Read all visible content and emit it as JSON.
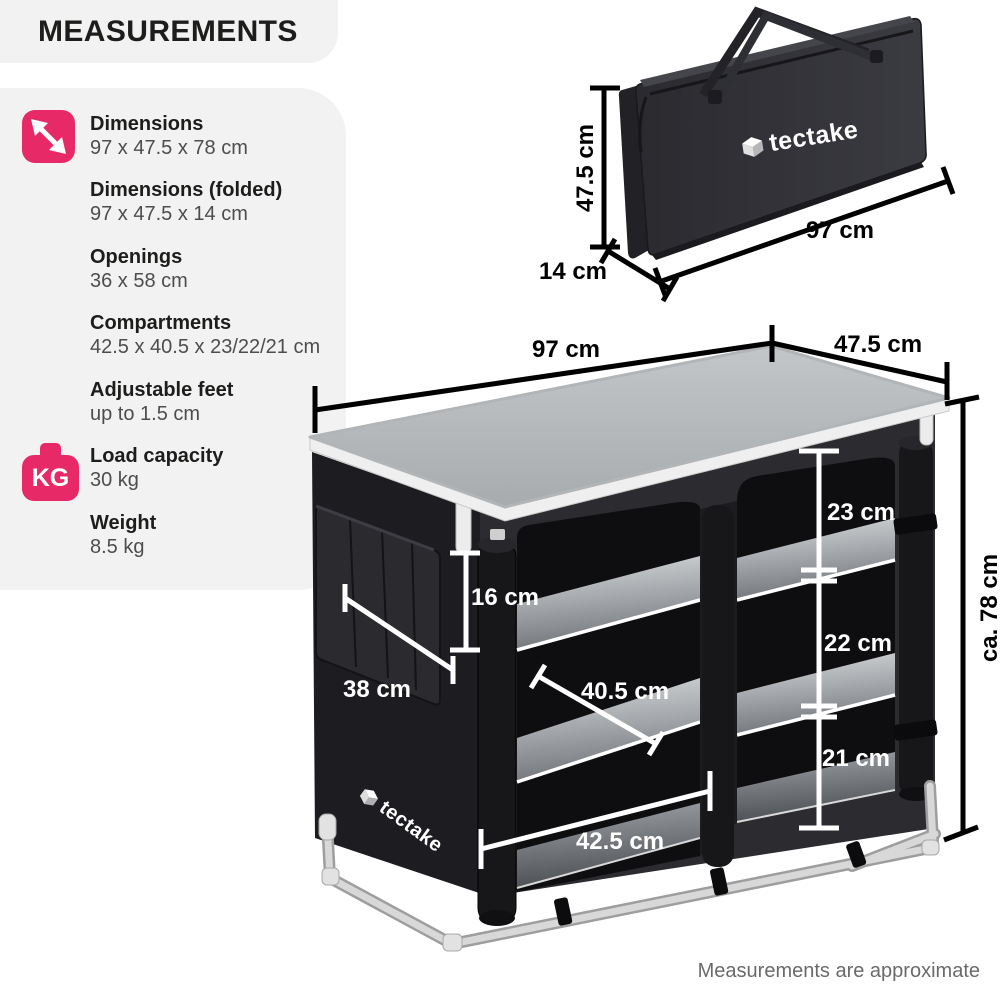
{
  "panel": {
    "title": "MEASUREMENTS",
    "accent_color": "#e72a67",
    "kg_icon_text": "KG",
    "items": [
      {
        "label": "Dimensions",
        "value": "97 x 47.5 x 78 cm"
      },
      {
        "label": "Dimensions (folded)",
        "value": "97 x 47.5 x 14 cm"
      },
      {
        "label": "Openings",
        "value": "36 x 58 cm"
      },
      {
        "label": "Compartments",
        "value": "42.5 x 40.5 x 23/22/21 cm"
      },
      {
        "label": "Adjustable feet",
        "value": "up to 1.5 cm"
      },
      {
        "label": "Load capacity",
        "value": "30 kg"
      },
      {
        "label": "Weight",
        "value": "8.5 kg"
      }
    ]
  },
  "folded_bag": {
    "brand": "tectake",
    "height_label": "47.5 cm",
    "depth_label": "14 cm",
    "width_label": "97 cm"
  },
  "product": {
    "brand": "tectake",
    "width_label": "97 cm",
    "depth_label": "47.5 cm",
    "height_label": "ca. 78 cm",
    "compartment_top_label": "23 cm",
    "under_top_label": "16 cm",
    "compartment_middle_label": "22 cm",
    "side_depth_label": "38 cm",
    "shelf_depth_label": "40.5 cm",
    "compartment_bottom_label": "21 cm",
    "shelf_width_label": "42.5 cm"
  },
  "footer": {
    "note": "Measurements are approximate"
  }
}
